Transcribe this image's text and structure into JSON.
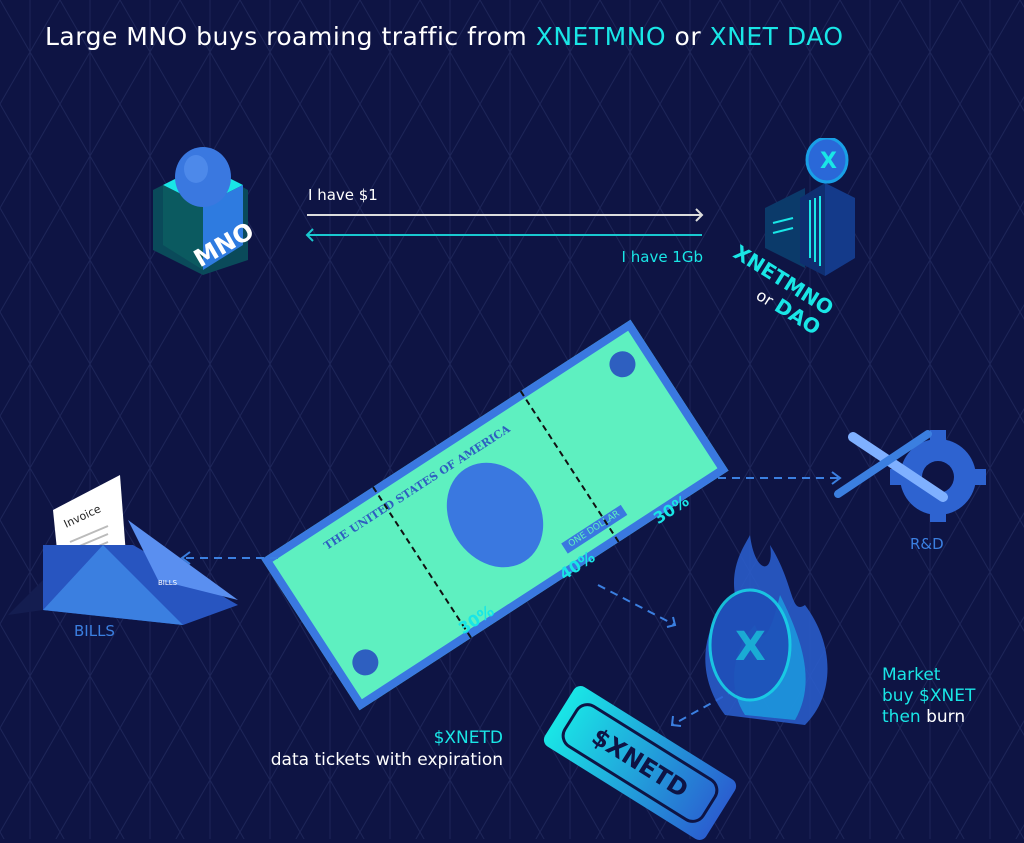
{
  "title": {
    "prefix": "Large MNO buys roaming traffic from ",
    "entity1": "XNETMNO",
    "mid": " or ",
    "entity2": "XNET DAO"
  },
  "mno": {
    "label": "MNO"
  },
  "flow": {
    "pay_label": "I have $1",
    "data_label": "I have 1Gb"
  },
  "provider": {
    "line1": "XNETMNO",
    "or": "or",
    "dao": "DAO"
  },
  "bill": {
    "text": "THE UNITED STATES OF AMERICA",
    "denomination": "ONE DOLLAR",
    "split_left": "30%",
    "split_middle": "40%",
    "split_right": "30%"
  },
  "bills": {
    "invoice_label": "Invoice",
    "envelope_label": "BILLS",
    "label": "BILLS"
  },
  "rnd": {
    "label": "R&D"
  },
  "burn": {
    "line1": "Market",
    "line2": "buy $XNET",
    "line3_cyan": "then",
    "line3_white": " burn"
  },
  "ticket": {
    "stamp": "$XNETD",
    "title": "$XNETD",
    "subtitle": "data tickets with expiration"
  },
  "colors": {
    "background": "#0e1444",
    "accent": "#19e6e6",
    "blue": "#3b7fe0",
    "bill_green": "#5ef0c0"
  }
}
